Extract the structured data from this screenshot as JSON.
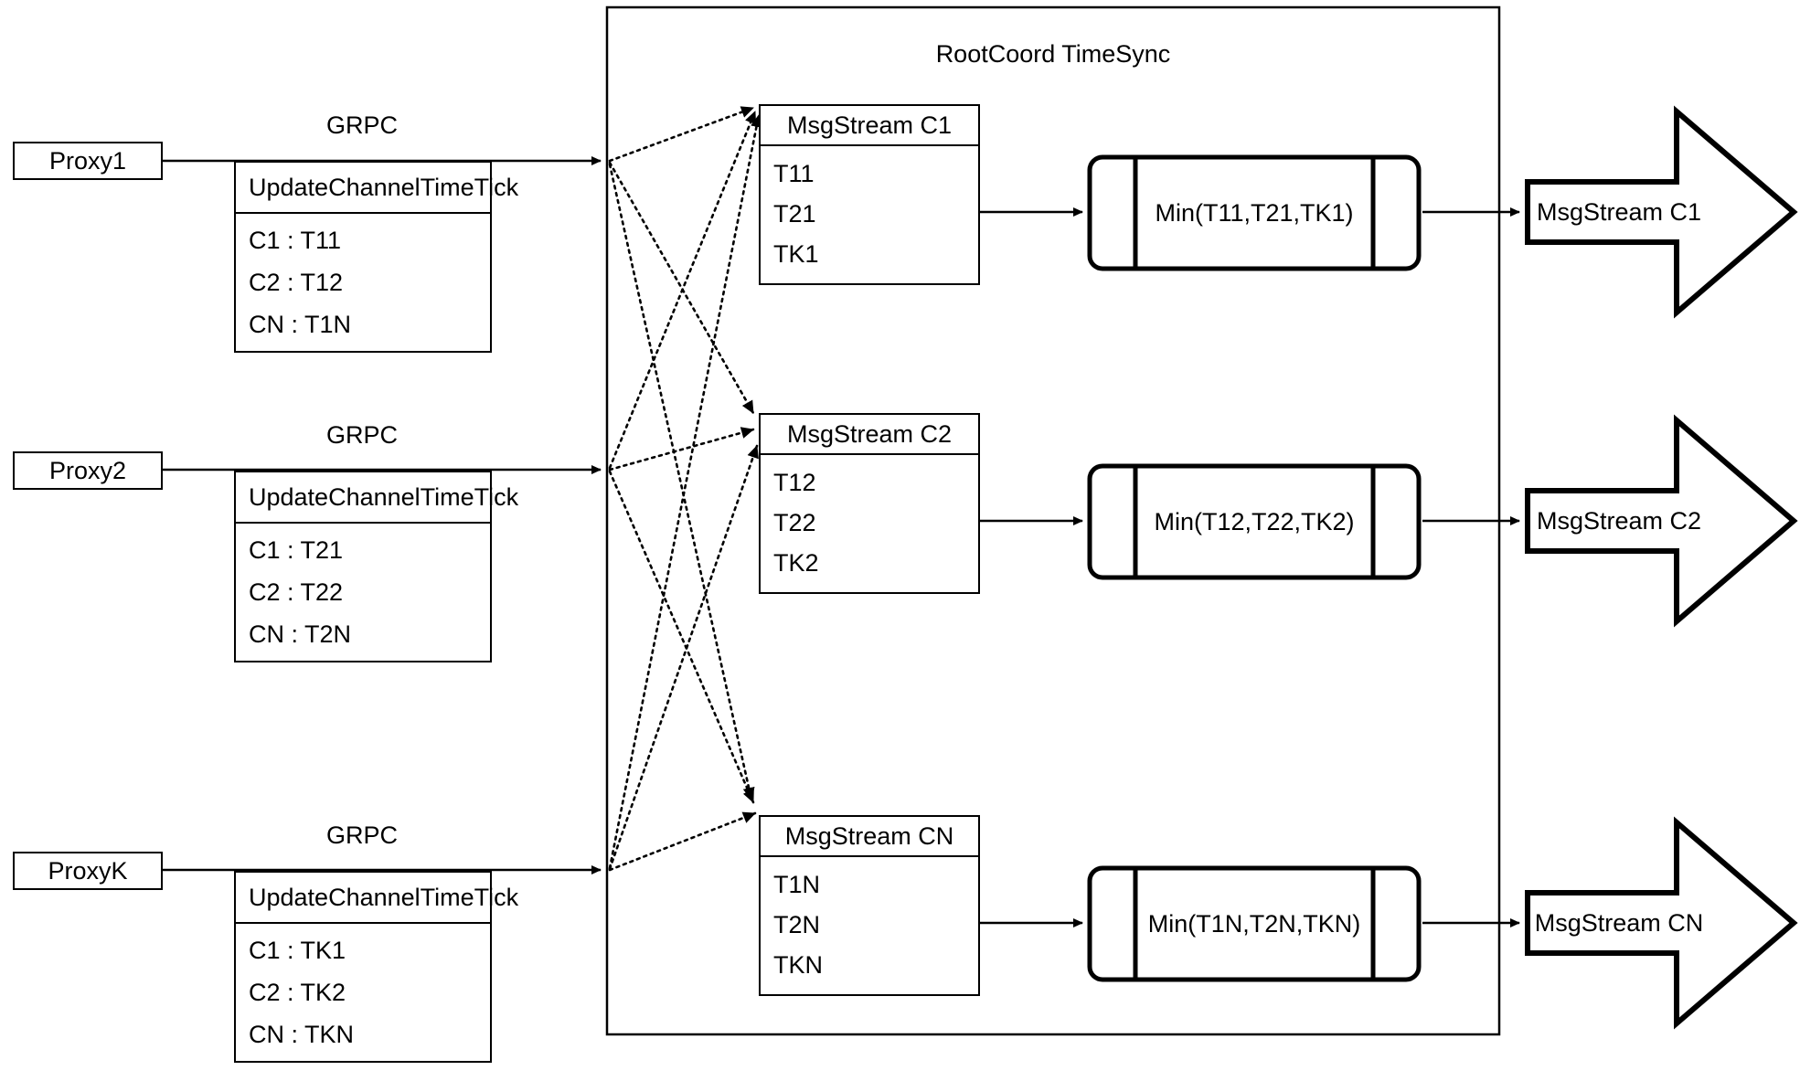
{
  "diagram": {
    "title": "RootCoord TimeSync",
    "container_label": "RootCoord TimeSync"
  },
  "proxies": [
    {
      "name": "Proxy1",
      "link_label": "GRPC",
      "request": {
        "header": "UpdateChannelTimeTick",
        "rows": [
          "C1 :  T11",
          "C2 :  T12",
          "CN : T1N"
        ]
      }
    },
    {
      "name": "Proxy2",
      "link_label": "GRPC",
      "request": {
        "header": "UpdateChannelTimeTick",
        "rows": [
          "C1 :  T21",
          "C2 :  T22",
          "CN : T2N"
        ]
      }
    },
    {
      "name": "ProxyK",
      "link_label": "GRPC",
      "request": {
        "header": "UpdateChannelTimeTick",
        "rows": [
          "C1 :  TK1",
          "C2 :  TK2",
          "CN : TKN"
        ]
      }
    }
  ],
  "channels": [
    {
      "stream": {
        "header": "MsgStream C1",
        "rows": [
          "T11",
          "T21",
          "TK1"
        ]
      },
      "reducer": "Min(T11,T21,TK1)",
      "output": "MsgStream C1"
    },
    {
      "stream": {
        "header": "MsgStream C2",
        "rows": [
          "T12",
          "T22",
          "TK2"
        ]
      },
      "reducer": "Min(T12,T22,TK2)",
      "output": "MsgStream C2"
    },
    {
      "stream": {
        "header": "MsgStream CN",
        "rows": [
          "T1N",
          "T2N",
          "TKN"
        ]
      },
      "reducer": "Min(T1N,T2N,TKN)",
      "output": "MsgStream CN"
    }
  ],
  "colors": {
    "stroke": "#000000",
    "background": "#ffffff"
  }
}
